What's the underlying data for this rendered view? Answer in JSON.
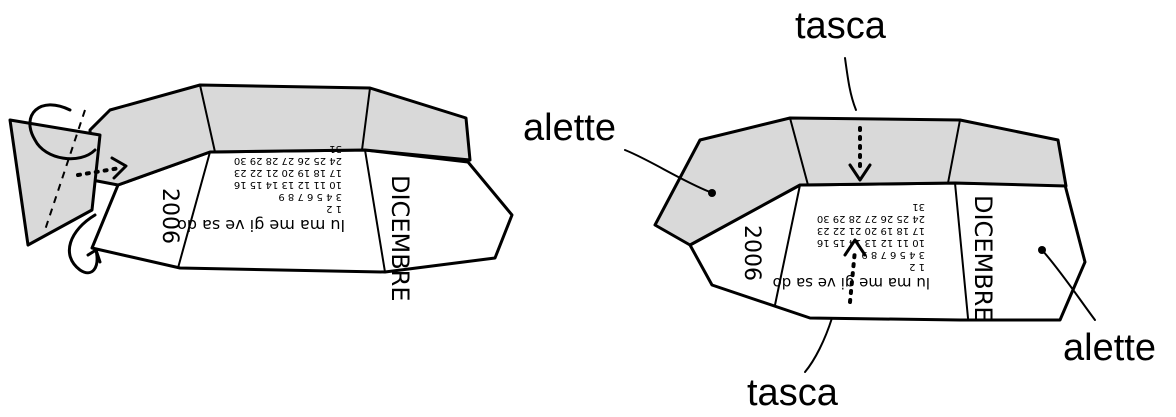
{
  "colors": {
    "band": "#d9d9d9",
    "ink": "#000000"
  },
  "labels": {
    "tasca_top": "tasca",
    "alette_left": "alette",
    "alette_right": "alette",
    "tasca_bottom": "tasca"
  },
  "calendar": {
    "year": "2006",
    "month": "DICEMBRE",
    "weekdays": "lu ma me gi ve sa do",
    "rows": [
      "1 2",
      "3 4 5 6 7 8 9",
      "10 11 12 13 14 15 16",
      "17 18 19 20 21 22 23",
      "24 25 26 27 28 29 30",
      "31"
    ]
  }
}
